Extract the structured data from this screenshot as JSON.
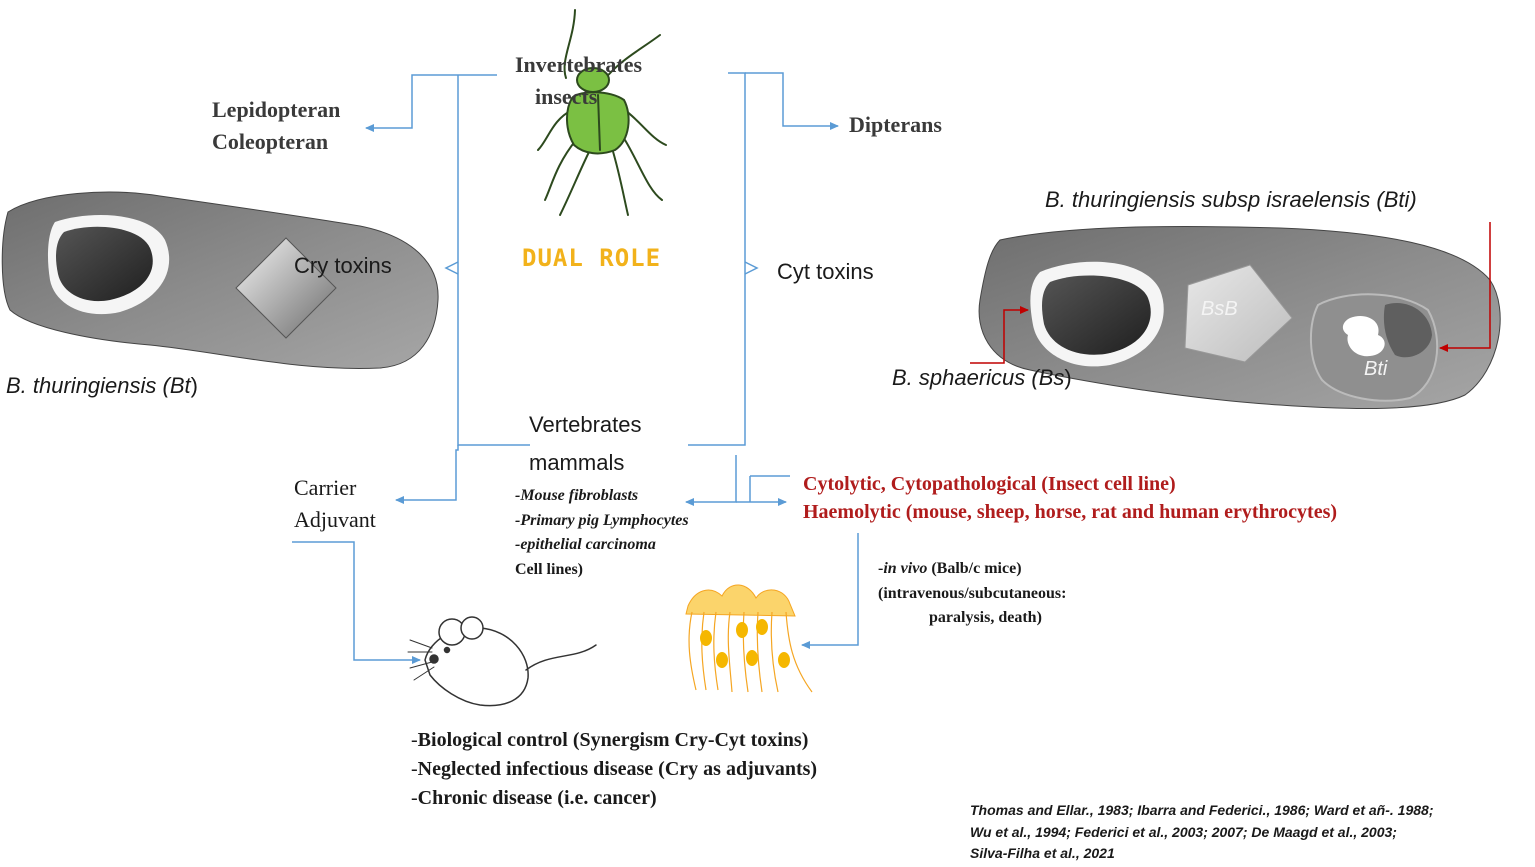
{
  "top": {
    "invertebrates_title": "Invertebrates",
    "invertebrates_sub": "insects",
    "dual_role": "DUAL ROLE"
  },
  "left_targets": {
    "line1": "Lepidopteran",
    "line2": "Coleopteran"
  },
  "right_target": "Dipterans",
  "bt_cell": {
    "toxin_label": "Cry toxins",
    "species_prefix": "B. thuringiensis (",
    "species_abbr": "Bt",
    "species_suffix": ")"
  },
  "cyt_label": "Cyt toxins",
  "bti_cell": {
    "title_prefix": "B. thuringiensis  subsp israelensis (",
    "title_abbr": "Bti",
    "title_suffix": ")",
    "bsb_label": "BsB",
    "bti_label": "Bti",
    "bs_prefix": "B. sphaericus (",
    "bs_abbr": "Bs",
    "bs_suffix": ")"
  },
  "vertebrates": {
    "title": "Vertebrates",
    "sub": "mammals",
    "items": [
      "-Mouse fibroblasts",
      "-Primary pig Lymphocytes",
      "-epithelial carcinoma"
    ],
    "tail": "Cell lines)"
  },
  "carrier": {
    "line1": "Carrier",
    "line2": "Adjuvant"
  },
  "effects": {
    "line1": "Cytolytic, Cytopathological (Insect cell line)",
    "line2": "Haemolytic (mouse, sheep, horse, rat and human  erythrocytes)"
  },
  "in_vivo": {
    "prefix": "-",
    "italic": "in vivo",
    "rest": " (Balb/c mice)",
    "line2": "(intravenous/subcutaneous:",
    "line3": "paralysis, death)"
  },
  "applications": [
    {
      "dash": "-",
      "text": "Biological control (Synergism Cry-Cyt toxins)"
    },
    {
      "dash": "-",
      "text": "Neglected infectious disease (Cry as adjuvants)"
    },
    {
      "dash": "-",
      "text": "Chronic disease (i.e. cancer)"
    }
  ],
  "references": [
    "Thomas and Ellar., 1983; Ibarra and Federici., 1986; Ward et añ-. 1988;",
    "Wu et al., 1994; Federici et al., 2003;  2007; De Maagd et al., 2003;",
    "Silva-Filha et al., 2021"
  ],
  "colors": {
    "connector": "#5b9bd5",
    "effects_text": "#b01c1c",
    "pointer": "#c00000",
    "dual_role": "#f2b21b",
    "cell_body": "#8a8a8a",
    "beetle": "#7bc043",
    "cell_sheet_orange": "#f5a623"
  }
}
